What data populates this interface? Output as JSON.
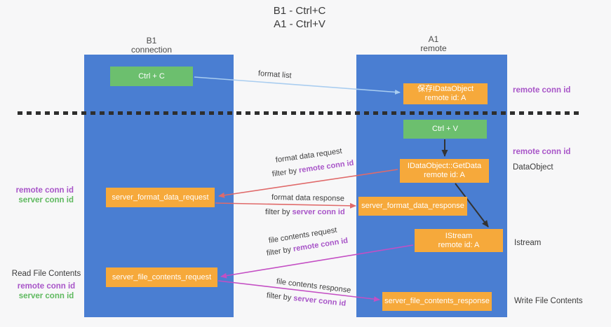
{
  "title": {
    "line1": "B1 - Ctrl+C",
    "line2": "A1 - Ctrl+V"
  },
  "columns": {
    "left": {
      "name": "B1",
      "role": "connection"
    },
    "right": {
      "name": "A1",
      "role": "remote"
    }
  },
  "nodes": {
    "ctrl_c": {
      "label": "Ctrl + C"
    },
    "save_idataobject": {
      "line1": "保存IDataObject",
      "line2": "remote id: A"
    },
    "ctrl_v": {
      "label": "Ctrl + V"
    },
    "idataobject_getdata": {
      "line1": "IDataObject::GetData",
      "line2": "remote id: A"
    },
    "server_format_data_request": {
      "label": "server_format_data_request"
    },
    "server_format_data_response": {
      "label": "server_format_data_response"
    },
    "istream": {
      "line1": "IStream",
      "line2": "remote id: A"
    },
    "server_file_contents_request": {
      "label": "server_file_contents_request"
    },
    "server_file_contents_response": {
      "label": "server_file_contents_response"
    }
  },
  "arrows": {
    "format_list": {
      "label": "format list"
    },
    "format_data_request": {
      "label": "format data request",
      "filter_prefix": "filter by ",
      "filter_key": "remote conn id"
    },
    "format_data_response": {
      "label": "format data response",
      "filter_prefix": "filter by ",
      "filter_key": "server conn id"
    },
    "file_contents_request": {
      "label": "file contents request",
      "filter_prefix": "filter by ",
      "filter_key": "remote conn id"
    },
    "file_contents_response": {
      "label": "file contents response",
      "filter_prefix": "filter by ",
      "filter_key": "server conn id"
    }
  },
  "side_labels": {
    "right_top_remote": "remote conn id",
    "right_mid_remote": "remote conn id",
    "dataobject": "DataObject",
    "istream": "Istream",
    "write_file_contents": "Write File Contents",
    "left_mid": {
      "remote": "remote conn id",
      "server": "server conn id"
    },
    "left_bottom": {
      "title": "Read File Contents",
      "remote": "remote conn id",
      "server": "server conn id"
    }
  },
  "colors": {
    "column_blue": "#4a7ed2",
    "node_orange": "#f6a93b",
    "node_green": "#6cbf6e",
    "arrow_red": "#e06a6a",
    "arrow_magenta": "#c44fc4",
    "arrow_light_blue": "#a9cdf0",
    "arrow_black": "#333333",
    "label_purple": "#a855c8",
    "label_green": "#5fb95f",
    "dashed_line": "#2e2e2e",
    "background": "#f7f7f8"
  }
}
